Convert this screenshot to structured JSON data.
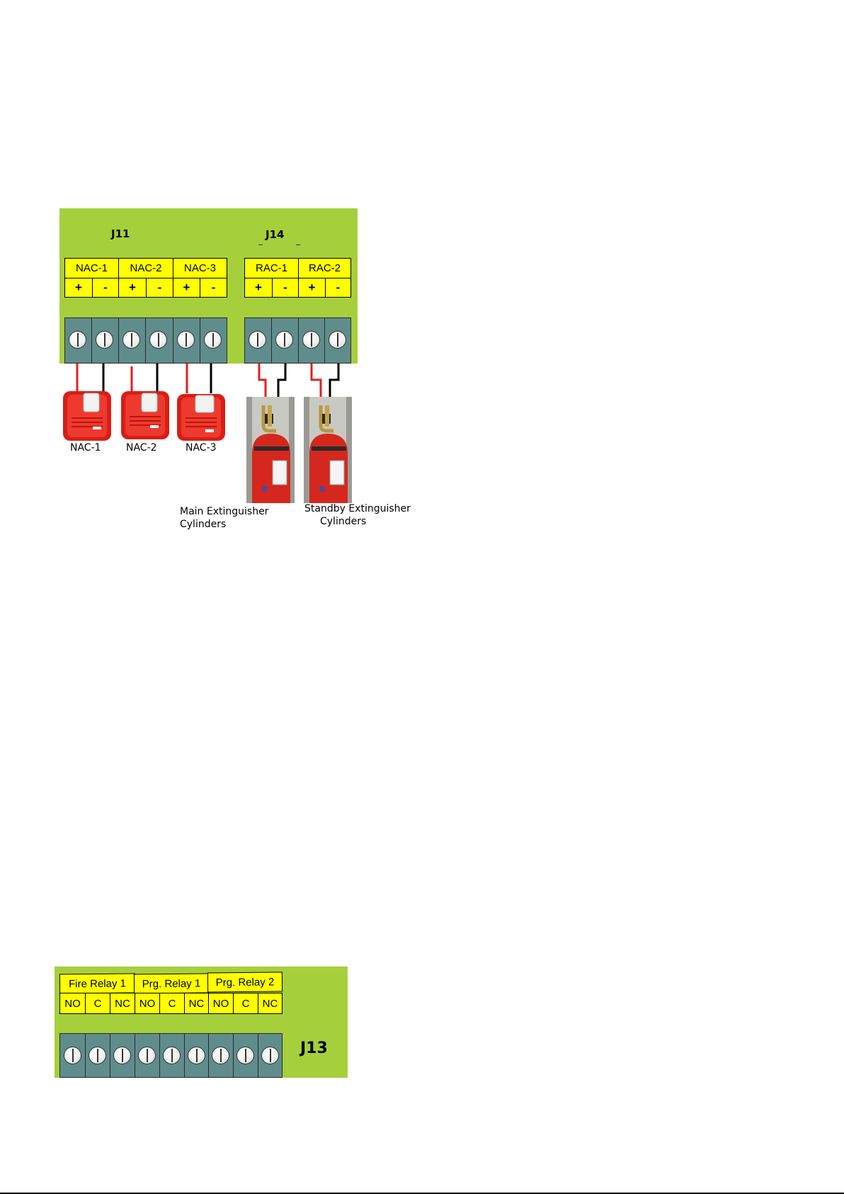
{
  "top": {
    "j11_label": "J11",
    "j14_label": "J14",
    "nac_groups": [
      "NAC-1",
      "NAC-2",
      "NAC-3"
    ],
    "rac_groups": [
      "RAC-1",
      "RAC-2"
    ],
    "plus": "+",
    "minus": "-",
    "device_captions": [
      "NAC-1",
      "NAC-2",
      "NAC-3"
    ],
    "main_caption_line1": "Main Extinguisher",
    "main_caption_line2": "Cylinders",
    "standby_caption_line1": "Standby Extinguisher",
    "standby_caption_line2": "Cylinders"
  },
  "bottom": {
    "j13_label": "J13",
    "relay_groups": [
      "Fire Relay 1",
      "Prg. Relay 1",
      "Prg. Relay 2"
    ],
    "contacts": [
      "NO",
      "C",
      "NC"
    ]
  },
  "colors": {
    "board": "#a6cf3c",
    "label_fill": "#ffff00",
    "terminal": "#5f8d8b",
    "wire_positive": "#e0201c",
    "wire_negative": "#000000",
    "device_red": "#e5231b"
  }
}
